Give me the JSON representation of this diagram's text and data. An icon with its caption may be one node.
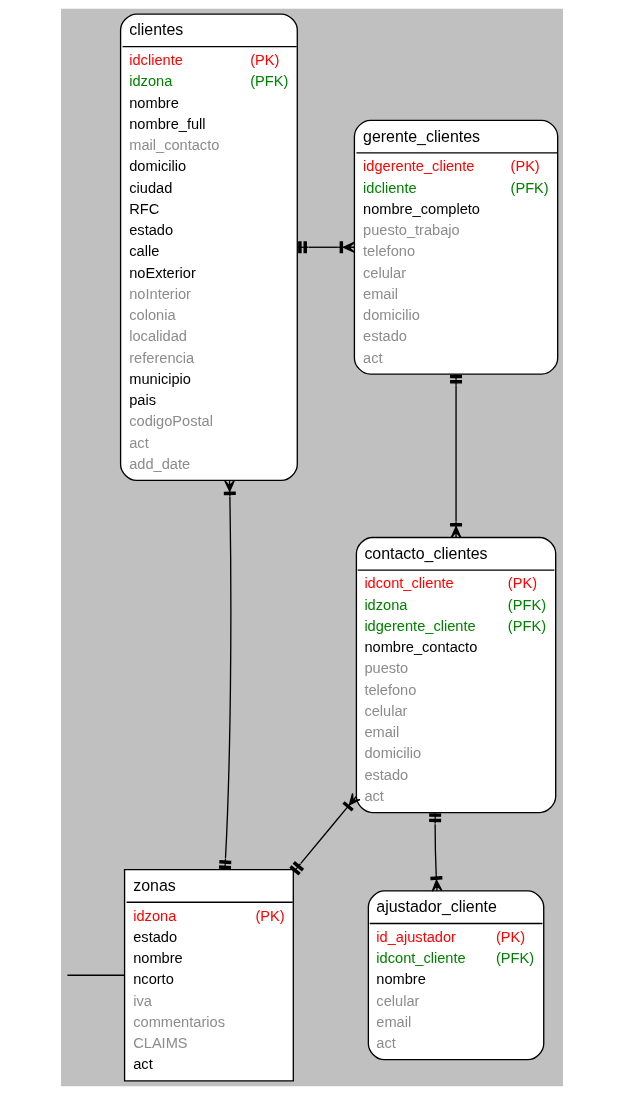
{
  "diagram": {
    "nodes": [
      {
        "text": [
          "clientes",
          "idcliente",
          "(PK)",
          "idzona",
          "(PFK)",
          "nombre",
          "nombre_full",
          "mail_contacto",
          "domicilio",
          "ciudad",
          "RFC",
          "estado",
          "calle",
          "noExterior",
          "noInterior",
          "colonia",
          "localidad",
          "referencia",
          "municipio",
          "pais",
          "codigoPostal",
          "act",
          "add_date"
        ]
      },
      {
        "text": [
          "gerente_clientes",
          "idgerente_cliente",
          "(PK)",
          "idcliente",
          "(PFK)",
          "nombre_completo",
          "puesto_trabajo",
          "telefono",
          "celular",
          "email",
          "domicilio",
          "estado",
          "act"
        ]
      },
      {
        "text": [
          "contacto_clientes",
          "idcont_cliente",
          "(PK)",
          "idzona",
          "(PFK)",
          "idgerente_cliente",
          "(PFK)",
          "nombre_contacto",
          "puesto",
          "telefono",
          "celular",
          "email",
          "domicilio",
          "estado",
          "act"
        ]
      },
      {
        "text": [
          "zonas",
          "idzona",
          "(PK)",
          "estado",
          "nombre",
          "ncorto",
          "iva",
          "commentarios",
          "CLAIMS",
          "act"
        ]
      },
      {
        "text": [
          "ajustador_cliente",
          "id_ajustador",
          "(PK)",
          "idcont_cliente",
          "(PFK)",
          "nombre",
          "celular",
          "email",
          "act"
        ]
      }
    ],
    "edges": [
      {
        "from": 0,
        "to": 1,
        "arrow": "other"
      },
      {
        "from": 3,
        "to": 0,
        "arrow": "other"
      },
      {
        "from": 1,
        "to": 2,
        "arrow": "other"
      },
      {
        "from": 3,
        "to": 2,
        "arrow": "other"
      },
      {
        "from": 2,
        "to": 4,
        "arrow": "other"
      },
      {
        "from": null,
        "to": 3,
        "arrow": "none"
      }
    ]
  }
}
